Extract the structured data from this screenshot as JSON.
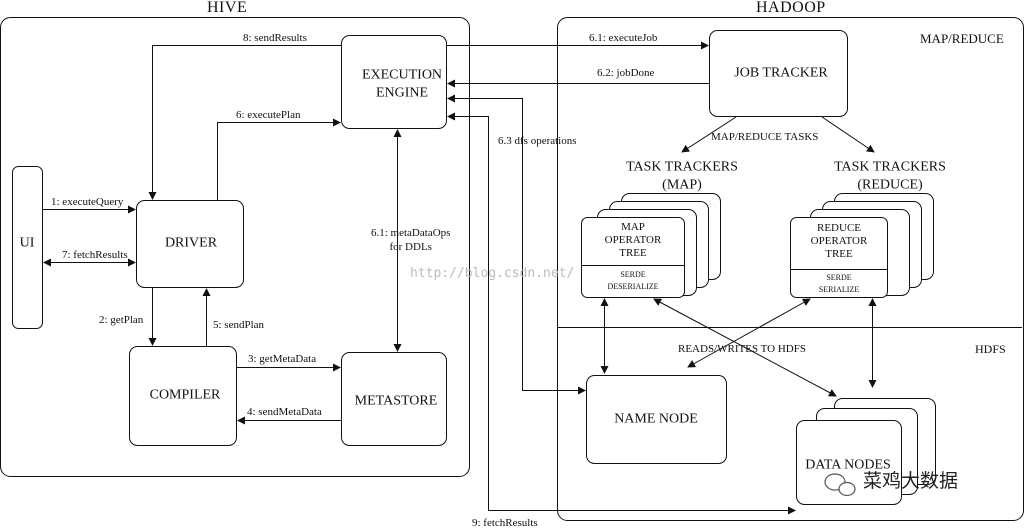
{
  "hive": {
    "title": "HIVE",
    "ui": "UI",
    "driver": "DRIVER",
    "compiler": "COMPILER",
    "metastore": "METASTORE",
    "execution_engine_line1": "EXECUTION",
    "execution_engine_line2": "ENGINE",
    "edges": {
      "execute_query": "1: executeQuery",
      "get_plan": "2: getPlan",
      "get_metadata": "3: getMetaData",
      "send_metadata": "4: sendMetaData",
      "send_plan": "5: sendPlan",
      "execute_plan": "6: executePlan",
      "metadata_ops_line1": "6.1: metaDataOps",
      "metadata_ops_line2": "for DDLs",
      "fetch_results": "7: fetchResults",
      "send_results": "8: sendResults"
    }
  },
  "hadoop": {
    "title": "HADOOP",
    "map_reduce_label": "MAP/REDUCE",
    "hdfs_label": "HDFS",
    "job_tracker": "JOB TRACKER",
    "map_reduce_tasks": "MAP/REDUCE TASKS",
    "task_trackers_map_line1": "TASK TRACKERS",
    "task_trackers_map_line2": "(MAP)",
    "task_trackers_reduce_line1": "TASK TRACKERS",
    "task_trackers_reduce_line2": "(REDUCE)",
    "map_tree_line1": "MAP",
    "map_tree_line2": "OPERATOR",
    "map_tree_line3": "TREE",
    "map_serde_line1": "SERDE",
    "map_serde_line2": "DESERIALIZE",
    "reduce_tree_line1": "REDUCE",
    "reduce_tree_line2": "OPERATOR",
    "reduce_tree_line3": "TREE",
    "reduce_serde_line1": "SERDE",
    "reduce_serde_line2": "SERIALIZE",
    "reads_writes": "READS/WRITES TO HDFS",
    "name_node": "NAME NODE",
    "data_nodes": "DATA NODES",
    "edges": {
      "execute_job": "6.1: executeJob",
      "job_done": "6.2: jobDone",
      "dfs_operations": "6.3 dfs operations",
      "fetch_results": "9: fetchResults"
    }
  },
  "watermark": {
    "url": "http://blog.csdn.net/",
    "brand": "菜鸡大数据"
  }
}
